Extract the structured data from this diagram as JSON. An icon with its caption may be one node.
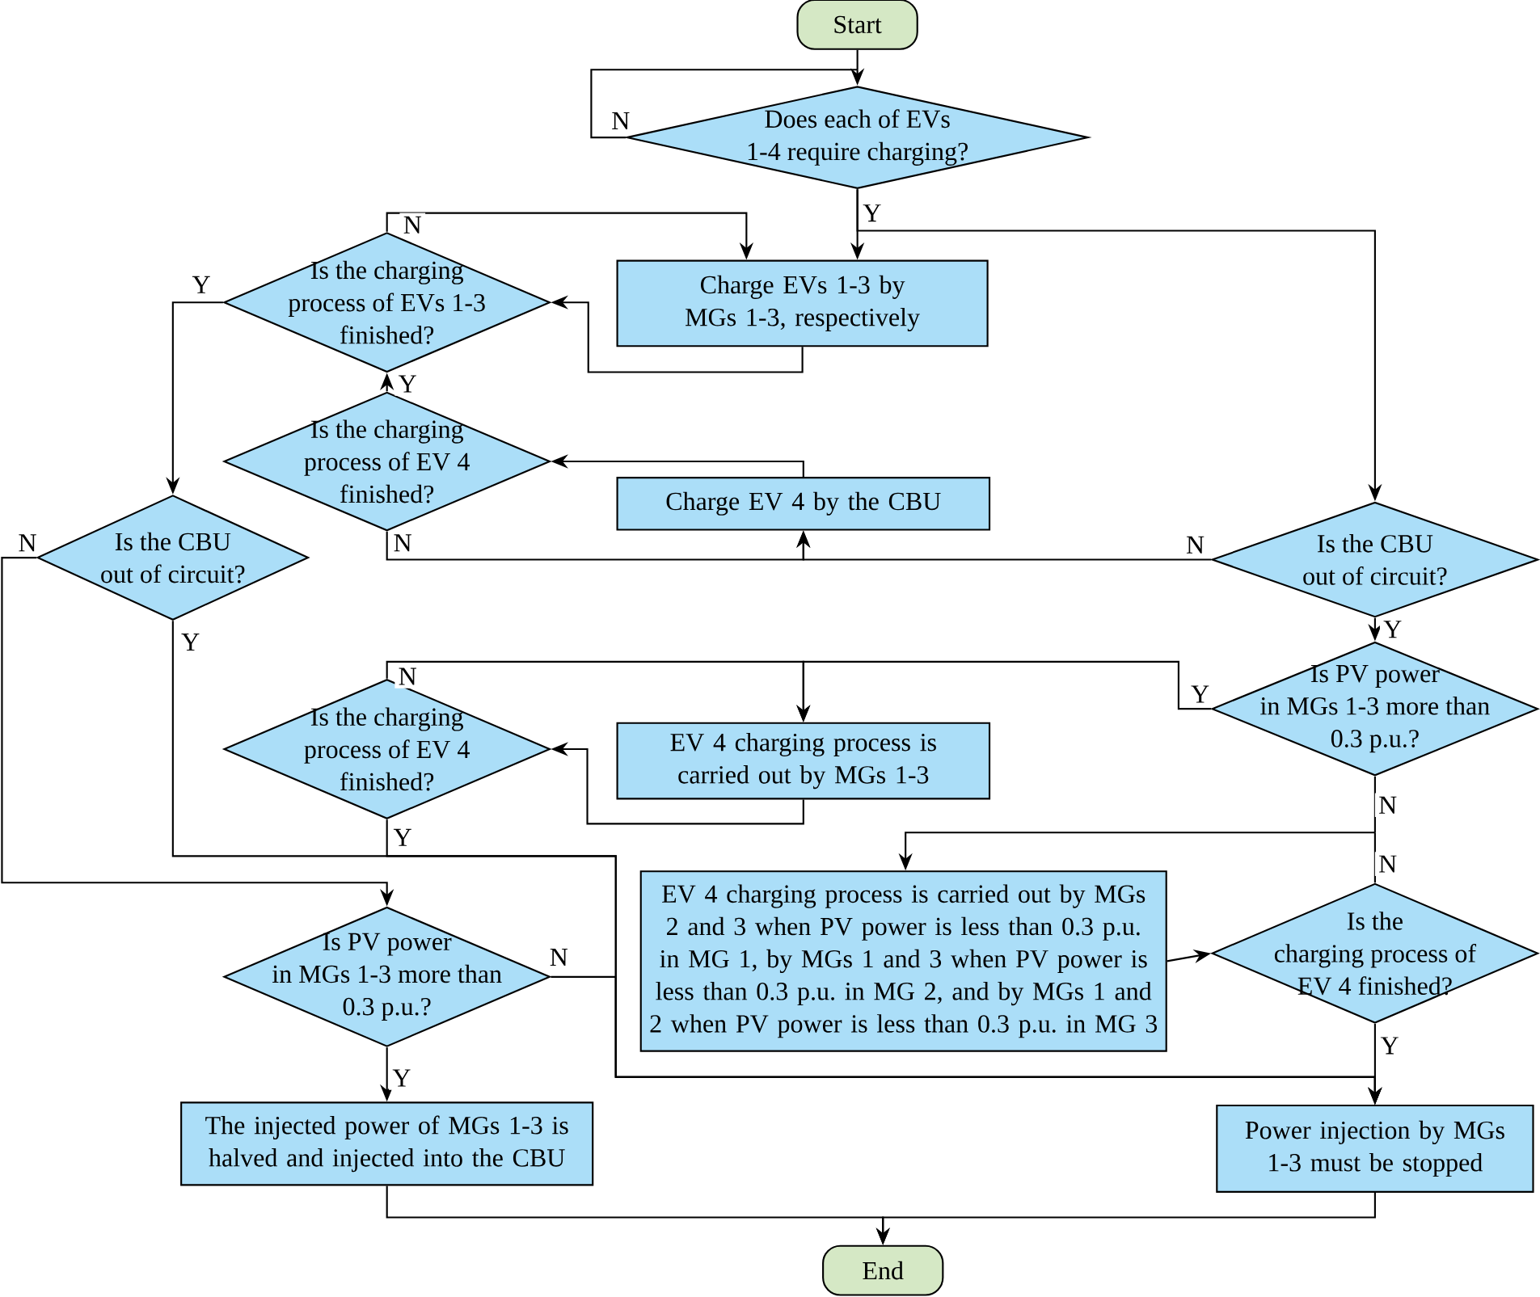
{
  "diagram": {
    "nodes": [
      {
        "text": [
          "Start"
        ]
      },
      {
        "text": [
          "Does each of EVs 1-4 require charging?"
        ]
      },
      {
        "text": [
          "Is the charging process of EVs 1-3 finished?"
        ]
      },
      {
        "text": [
          "Charge EVs 1-3 by MGs 1-3, respectively"
        ]
      },
      {
        "text": [
          "Is the charging process of EV 4 finished?"
        ]
      },
      {
        "text": [
          "Charge EV 4 by the CBU"
        ]
      },
      {
        "text": [
          "Is the CBU out of circuit?"
        ]
      },
      {
        "text": [
          "Is the CBU out of circuit?"
        ]
      },
      {
        "text": [
          "Is PV power in MGs 1-3 more than 0.3 p.u.?"
        ]
      },
      {
        "text": [
          "Is the charging process of EV 4 finished?"
        ]
      },
      {
        "text": [
          "EV 4 charging process is carried out by MGs 1-3"
        ]
      },
      {
        "text": [
          "EV 4 charging process is carried out by MGs 2 and 3 when PV power is less than 0.3 p.u. in MG 1, by MGs 1 and 3 when PV power is less than 0.3 p.u. in MG 2, and by MGs 1 and 2 when PV power is less than 0.3 p.u. in MG 3"
        ]
      },
      {
        "text": [
          "Is the charging process of EV 4 finished?"
        ]
      },
      {
        "text": [
          "Is PV power in MGs 1-3 more than 0.3 p.u.?"
        ]
      },
      {
        "text": [
          "The injected power of MGs 1-3 is halved and injected into the CBU"
        ]
      },
      {
        "text": [
          "Power injection by MGs 1-3 must be stopped"
        ]
      },
      {
        "text": [
          "End"
        ]
      }
    ],
    "edges": [
      {
        "from": 0,
        "to": 1,
        "arrow": "to"
      },
      {
        "from": 1,
        "to": 1,
        "arrow": "to",
        "label": "N"
      },
      {
        "from": 1,
        "to": 3,
        "arrow": "to",
        "label": "Y"
      },
      {
        "from": 1,
        "to": 7,
        "arrow": "to"
      },
      {
        "from": 2,
        "to": 3,
        "arrow": "to",
        "label": "N"
      },
      {
        "from": 3,
        "to": 2,
        "arrow": "to"
      },
      {
        "from": 2,
        "to": 6,
        "arrow": "to",
        "label": "Y"
      },
      {
        "from": 4,
        "to": 2,
        "arrow": "to",
        "label": "Y"
      },
      {
        "from": 5,
        "to": 4,
        "arrow": "to"
      },
      {
        "from": 4,
        "to": 5,
        "arrow": "to",
        "label": "N"
      },
      {
        "from": 7,
        "to": 5,
        "arrow": "to",
        "label": "N"
      },
      {
        "from": 6,
        "to": 13,
        "arrow": "to",
        "label": "N"
      },
      {
        "from": 6,
        "to": 15,
        "arrow": "to",
        "label": "Y"
      },
      {
        "from": 7,
        "to": 8,
        "arrow": "to",
        "label": "Y"
      },
      {
        "from": 8,
        "to": 10,
        "arrow": "to",
        "label": "Y"
      },
      {
        "from": 9,
        "to": 10,
        "arrow": "to",
        "label": "N"
      },
      {
        "from": 10,
        "to": 9,
        "arrow": "to"
      },
      {
        "from": 9,
        "to": 15,
        "arrow": "to",
        "label": "Y"
      },
      {
        "from": 13,
        "to": 15,
        "arrow": "to",
        "label": "N"
      },
      {
        "from": 8,
        "to": 11,
        "arrow": "to",
        "label": "N"
      },
      {
        "from": 12,
        "to": 11,
        "arrow": "to",
        "label": "N"
      },
      {
        "from": 11,
        "to": 12,
        "arrow": "to"
      },
      {
        "from": 12,
        "to": 15,
        "arrow": "to",
        "label": "Y"
      },
      {
        "from": 13,
        "to": 14,
        "arrow": "to",
        "label": "Y"
      },
      {
        "from": 14,
        "to": 16,
        "arrow": "to"
      },
      {
        "from": 15,
        "to": 16,
        "arrow": "to"
      }
    ]
  }
}
